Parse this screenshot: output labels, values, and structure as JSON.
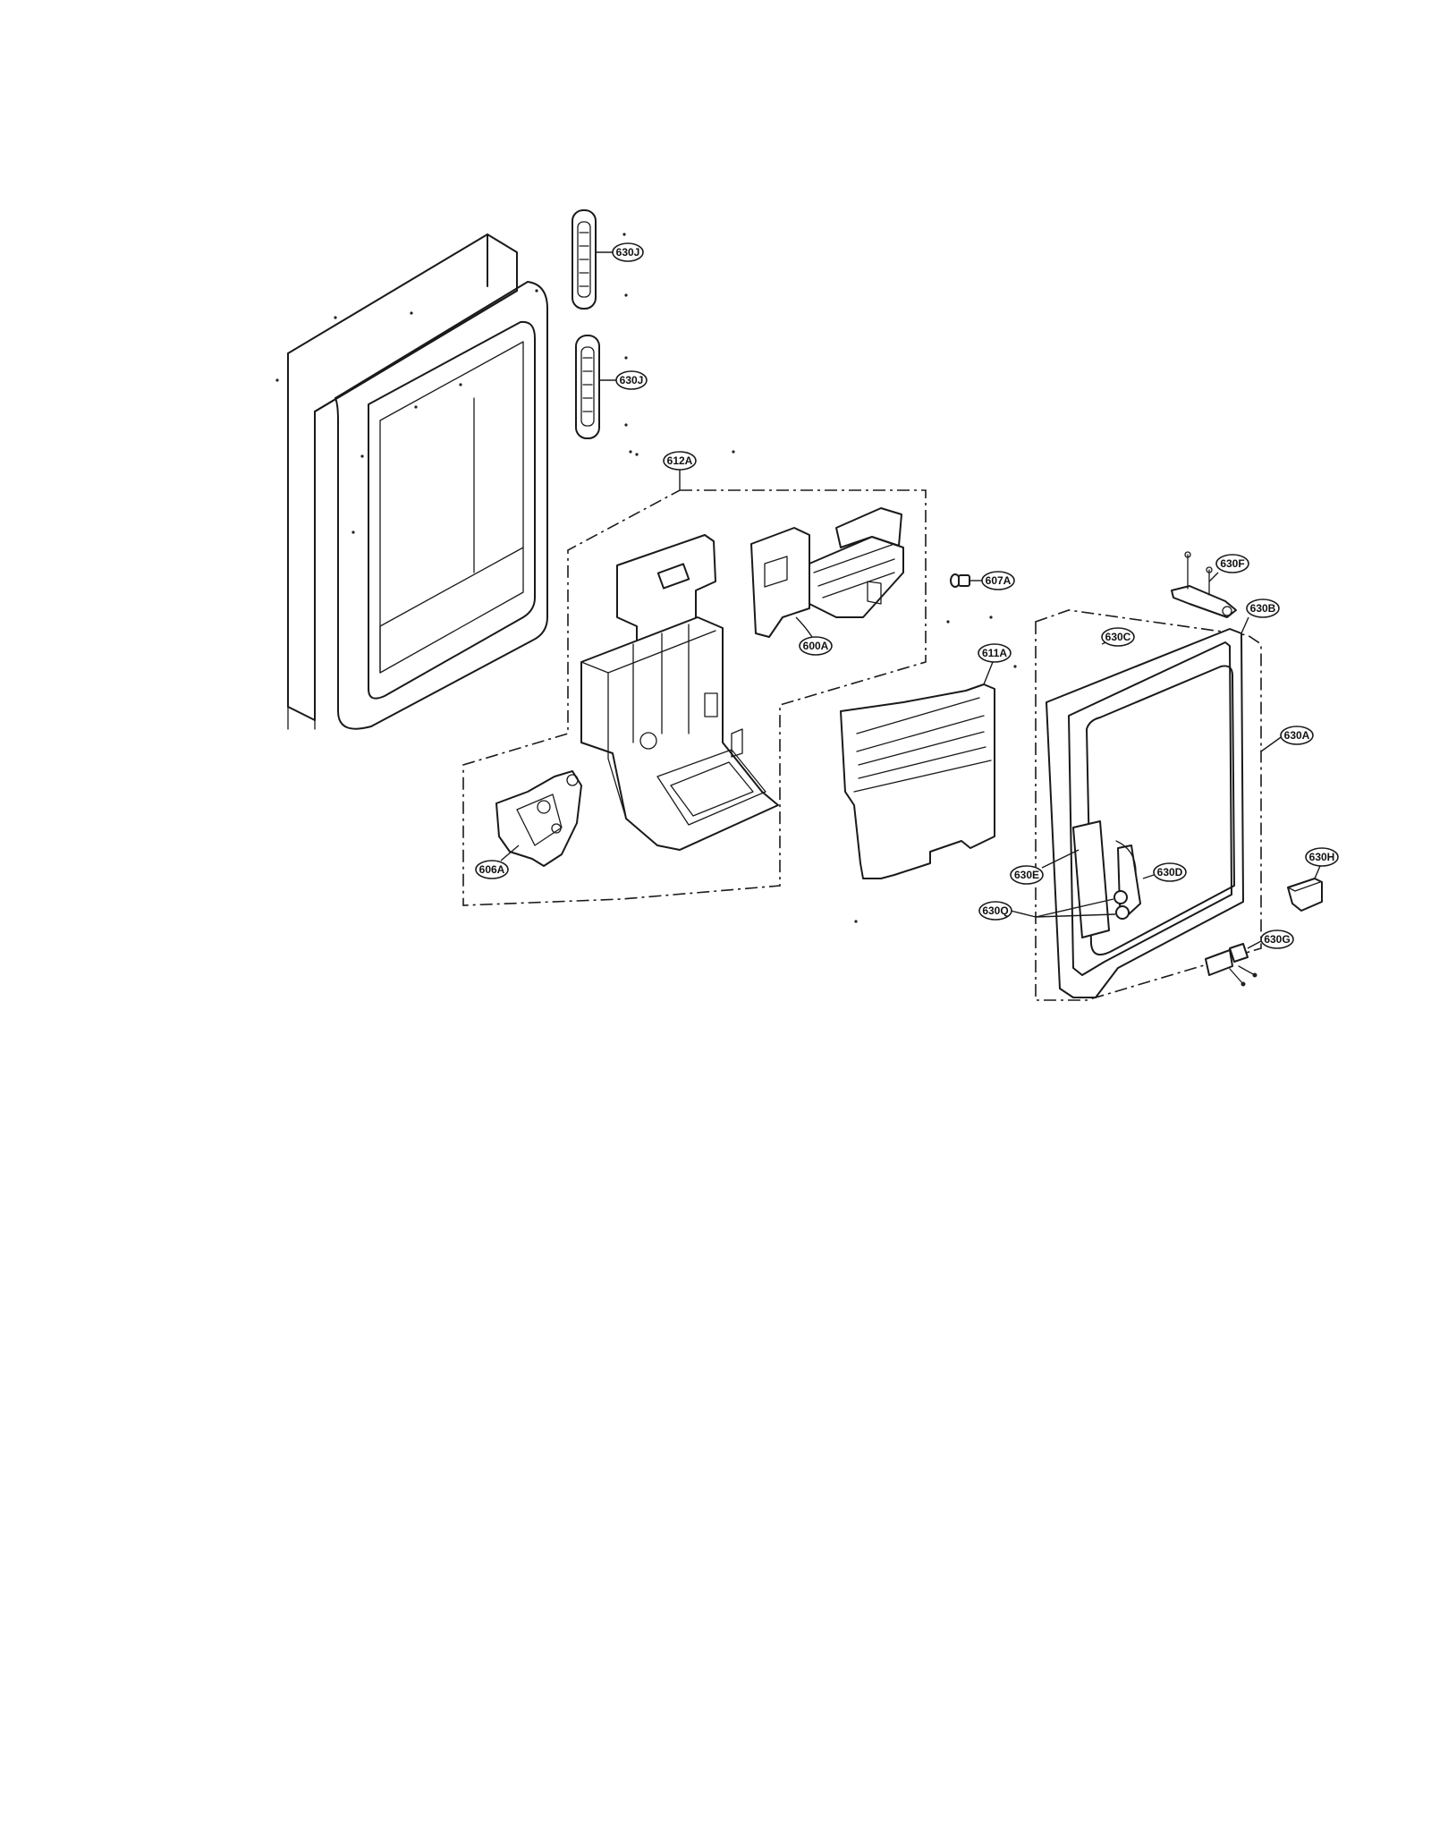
{
  "labels": {
    "l630J_a": "630J",
    "l630J_b": "630J",
    "l612A": "612A",
    "l607A": "607A",
    "l600A": "600A",
    "l611A": "611A",
    "l606A": "606A",
    "l630F": "630F",
    "l630B": "630B",
    "l630C": "630C",
    "l630A": "630A",
    "l630H": "630H",
    "l630E": "630E",
    "l630D": "630D",
    "l630Q": "630Q",
    "l630G": "630G"
  }
}
